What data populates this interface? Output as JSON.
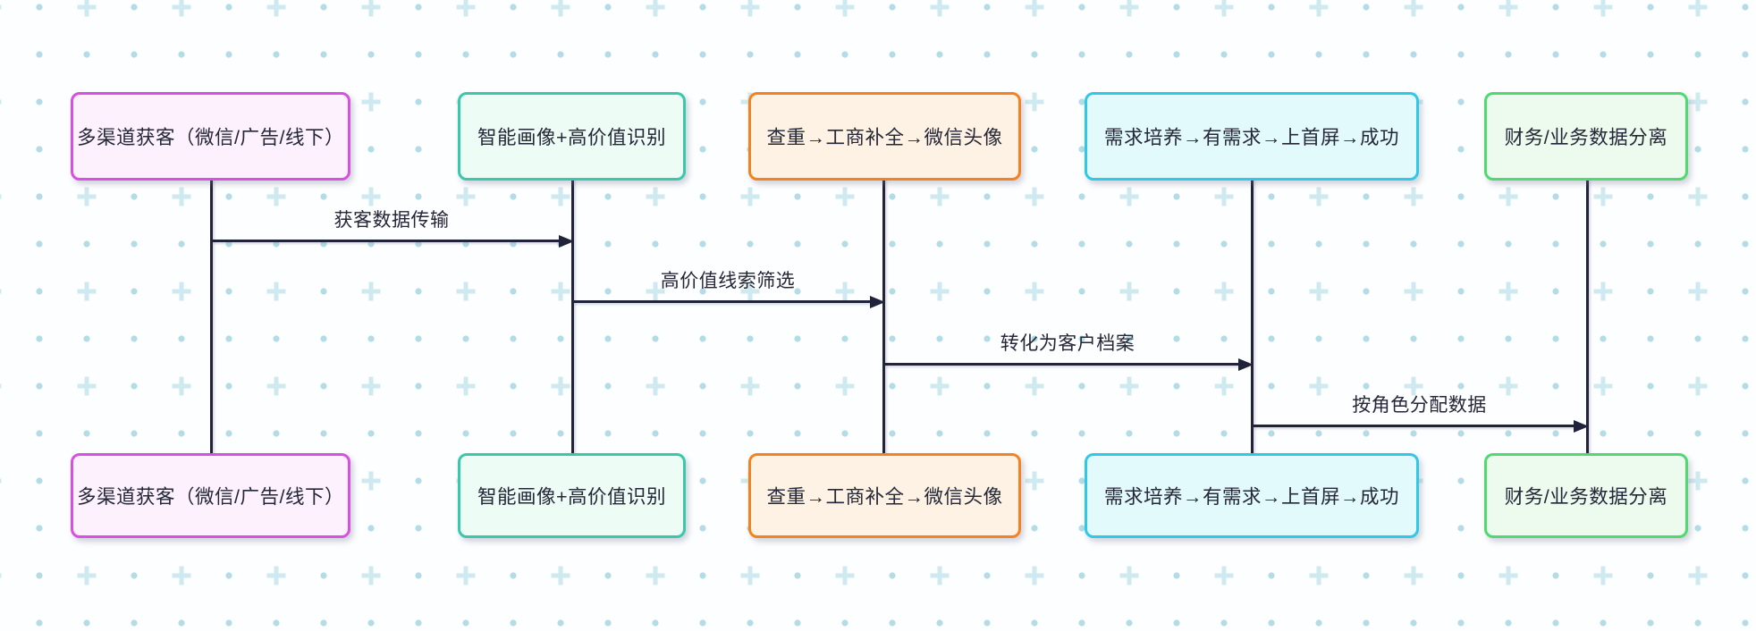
{
  "diagram": {
    "type": "sequence-diagram",
    "actors": [
      {
        "id": "multichannel-acquisition",
        "label": "多渠道获客（微信/广告/线下）",
        "border_color": "#d94fe4",
        "fill_color": "#fdf1fd"
      },
      {
        "id": "smart-profiling",
        "label": "智能画像+高价值识别",
        "border_color": "#38c8ab",
        "fill_color": "#eefcf6"
      },
      {
        "id": "dedupe-enrichment",
        "label": "查重→工商补全→微信头像",
        "border_color": "#f5821f",
        "fill_color": "#fdf2e3"
      },
      {
        "id": "demand-nurturing",
        "label": "需求培养→有需求→上首屏→成功",
        "border_color": "#2fc9e8",
        "fill_color": "#e3fafd"
      },
      {
        "id": "finance-data-separation",
        "label": "财务/业务数据分离",
        "border_color": "#4fd96f",
        "fill_color": "#edfbef"
      }
    ],
    "messages": [
      {
        "from": 0,
        "to": 1,
        "label": "获客数据传输"
      },
      {
        "from": 1,
        "to": 2,
        "label": "高价值线索筛选"
      },
      {
        "from": 2,
        "to": 3,
        "label": "转化为客户档案"
      },
      {
        "from": 3,
        "to": 4,
        "label": "按角色分配数据"
      }
    ],
    "colors": {
      "background": "#fdfeff",
      "line": "#20233a",
      "text": "#242738",
      "pattern_plus": "#cfe9f0",
      "pattern_dot": "#b3dce6"
    }
  }
}
